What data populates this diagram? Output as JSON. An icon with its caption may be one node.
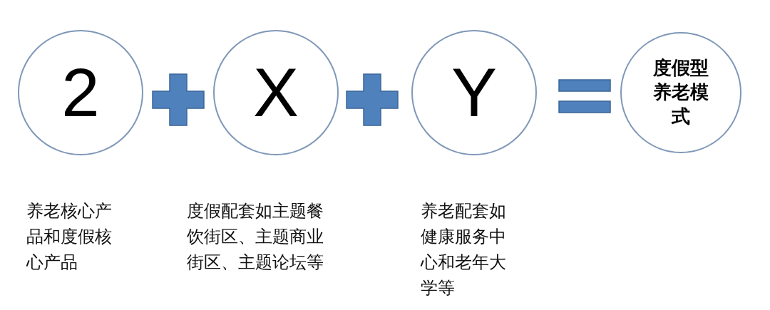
{
  "diagram": {
    "nodes": [
      {
        "text": [
          "2"
        ],
        "beside": [
          "养老核心产品和度假核心产品"
        ]
      },
      {
        "text": [
          "X"
        ],
        "beside": [
          "度假配套如主题餐饮街区、主题商业街区、主题论坛等"
        ]
      },
      {
        "text": [
          "Y"
        ],
        "beside": [
          "养老配套如健康服务中心和老年大学等"
        ]
      },
      {
        "text": [
          "度假型养老模式"
        ]
      }
    ]
  }
}
